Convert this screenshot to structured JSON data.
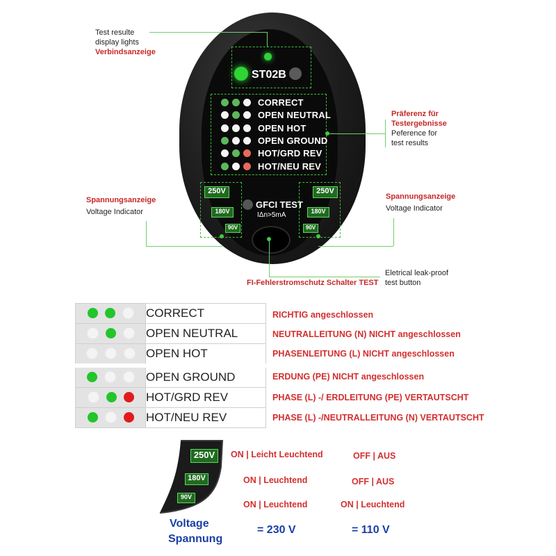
{
  "annotations": {
    "result_lights_en_1": "Test resulte",
    "result_lights_en_2": "display lights",
    "result_lights_de": "Verbindsanzeige",
    "preference_de_1": "Präferenz für",
    "preference_de_2": "Testergebnisse",
    "preference_en_1": "Peference for",
    "preference_en_2": "test results",
    "voltage_left_de": "Spannungsanzeige",
    "voltage_left_en": "Voltage Indicator",
    "voltage_right_de": "Spannungsanzeige",
    "voltage_right_en": "Voltage Indicator",
    "button_en_1": "Eletrical leak-proof",
    "button_en_2": "test button",
    "button_de": "FI-Fehlerstromschutz Schalter TEST"
  },
  "device": {
    "model": "ST02B",
    "indicators": [
      {
        "label": "CORRECT",
        "lamps": [
          "green",
          "green",
          "white"
        ]
      },
      {
        "label": "OPEN NEUTRAL",
        "lamps": [
          "white",
          "green",
          "white"
        ]
      },
      {
        "label": "OPEN HOT",
        "lamps": [
          "white",
          "white",
          "white"
        ]
      },
      {
        "label": "OPEN GROUND",
        "lamps": [
          "green",
          "white",
          "white"
        ]
      },
      {
        "label": "HOT/GRD REV",
        "lamps": [
          "white",
          "green",
          "red"
        ]
      },
      {
        "label": "HOT/NEU REV",
        "lamps": [
          "green",
          "white",
          "red"
        ]
      }
    ],
    "gfci_label": "GFCI TEST",
    "gfci_sub": "IΔn>5mA",
    "voltages": [
      "250V",
      "180V",
      "90V"
    ]
  },
  "results_table": [
    {
      "lamps": [
        "green",
        "green",
        "white"
      ],
      "label": "CORRECT",
      "desc": "RICHTIG angeschlossen"
    },
    {
      "lamps": [
        "white",
        "green",
        "white"
      ],
      "label": "OPEN NEUTRAL",
      "desc": "NEUTRALLEITUNG (N) NICHT angeschlossen"
    },
    {
      "lamps": [
        "white",
        "white",
        "white"
      ],
      "label": "OPEN HOT",
      "desc": "PHASENLEITUNG (L) NICHT angeschlossen"
    },
    {
      "lamps": [
        "green",
        "white",
        "white"
      ],
      "label": "OPEN GROUND",
      "desc": "ERDUNG (PE) NICHT angeschlossen"
    },
    {
      "lamps": [
        "white",
        "green",
        "red"
      ],
      "label": "HOT/GRD REV",
      "desc": "PHASE (L) -/ ERDLEITUNG (PE) VERTAUTSCHT"
    },
    {
      "lamps": [
        "green",
        "white",
        "red"
      ],
      "label": "HOT/NEU REV",
      "desc": "PHASE (L) -/NEUTRALLEITUNG (N) VERTAUTSCHT"
    }
  ],
  "voltage_legend": {
    "labels": [
      "250V",
      "180V",
      "90V"
    ],
    "col230": [
      "ON | Leicht Leuchtend",
      "ON | Leuchtend",
      "ON | Leuchtend"
    ],
    "col110": [
      "OFF | AUS",
      "OFF | AUS",
      "ON | Leuchtend"
    ],
    "voltage_en": "Voltage",
    "voltage_de": "Spannung",
    "v230": "= 230 V",
    "v110": "= 110 V"
  },
  "colors": {
    "green": "#22c52a",
    "white": "#f4f4f4",
    "red": "#e11b1b",
    "accent_red": "#d32f2f",
    "accent_blue": "#1a3ea6"
  }
}
